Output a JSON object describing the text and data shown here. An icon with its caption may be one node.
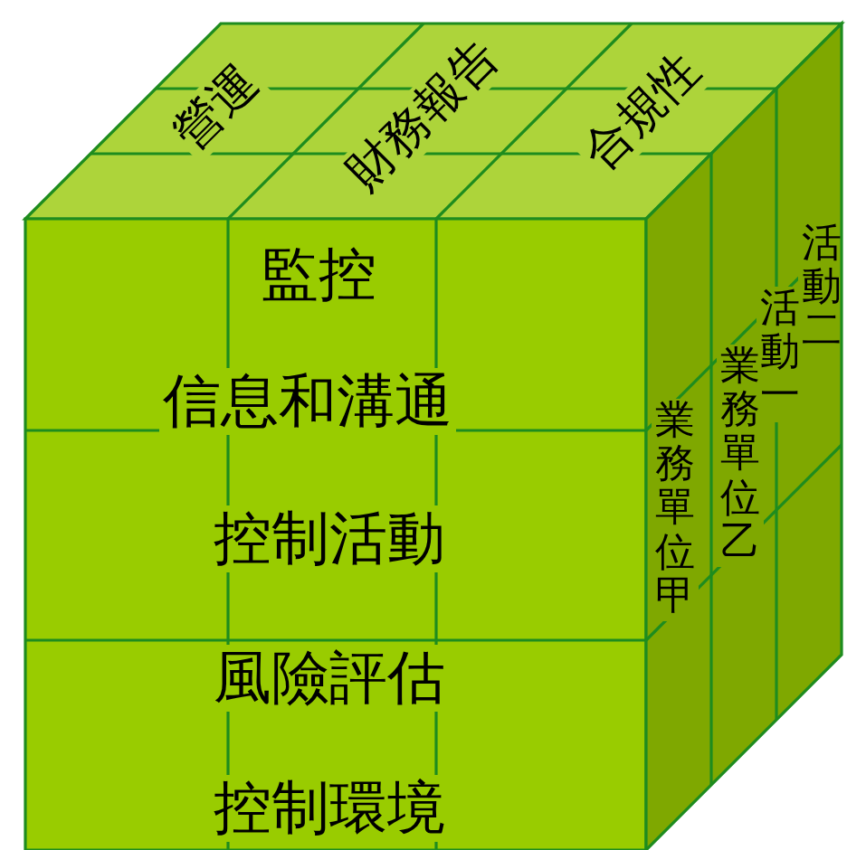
{
  "diagram": {
    "nodes": [
      {
        "text": [
          "營運",
          "財務報告",
          "合規性"
        ]
      },
      {
        "text": [
          "監控",
          "信息和溝通",
          "控制活動",
          "風險評估",
          "控制環境"
        ]
      },
      {
        "text": [
          "業務單位甲",
          "業務單位乙",
          "活動一",
          "活動二"
        ]
      }
    ]
  }
}
